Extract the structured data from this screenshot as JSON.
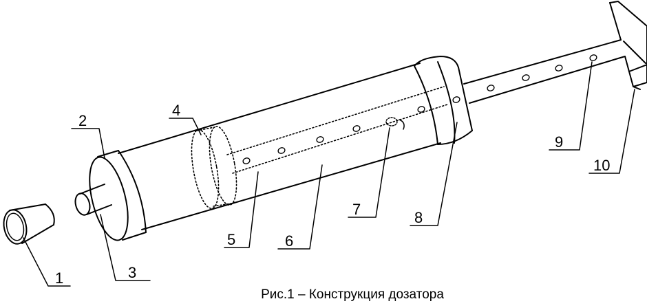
{
  "figure": {
    "caption": "Рис.1 – Конструкция дозатора",
    "labels": [
      "1",
      "2",
      "3",
      "4",
      "5",
      "6",
      "7",
      "8",
      "9",
      "10"
    ]
  }
}
